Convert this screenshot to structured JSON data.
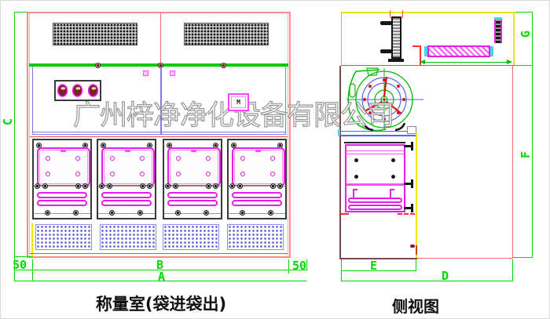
{
  "watermark_text": "广州梓净净化设备有限公司",
  "front_view": {
    "caption": "称量室(袋进袋出)",
    "motor_label": "M",
    "dims": {
      "height": "C",
      "inner_width": "B",
      "total_width": "A",
      "left_margin": "50",
      "right_margin": "50"
    }
  },
  "side_view": {
    "caption": "侧视图",
    "dims": {
      "plenum_height": "G",
      "body_height": "F",
      "inner_depth": "E",
      "total_depth": "D"
    }
  },
  "colors": {
    "dimension_green": "#00d900",
    "outline_red": "#ff8a8a",
    "detail_magenta": "#e61fe6",
    "grille_blue": "#6060d5",
    "panel_yellow": "#f2e30a",
    "cabinet_brown": "#7a4a4a"
  }
}
